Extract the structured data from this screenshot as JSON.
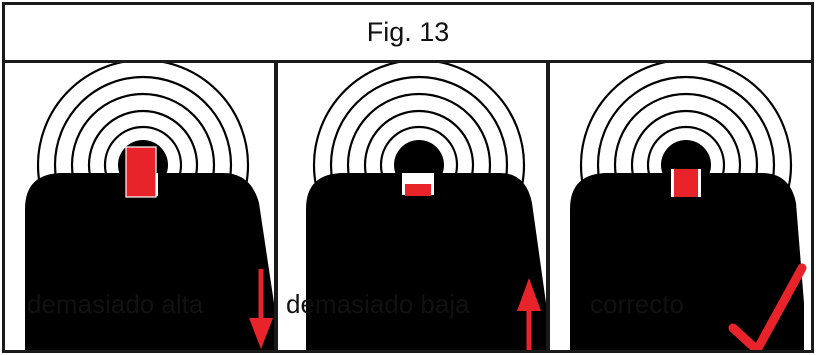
{
  "figure": {
    "title": "Fig. 13",
    "panels": [
      {
        "label": "demasiado alta",
        "state": "too-high",
        "arrow": "down"
      },
      {
        "label": "demasiado baja",
        "state": "too-low",
        "arrow": "up"
      },
      {
        "label": "correcto",
        "state": "correct",
        "arrow": "check"
      }
    ]
  },
  "colors": {
    "sight": "#000000",
    "post": "#e8242a",
    "arrow": "#e8242a",
    "frame": "#1a1a1a"
  }
}
